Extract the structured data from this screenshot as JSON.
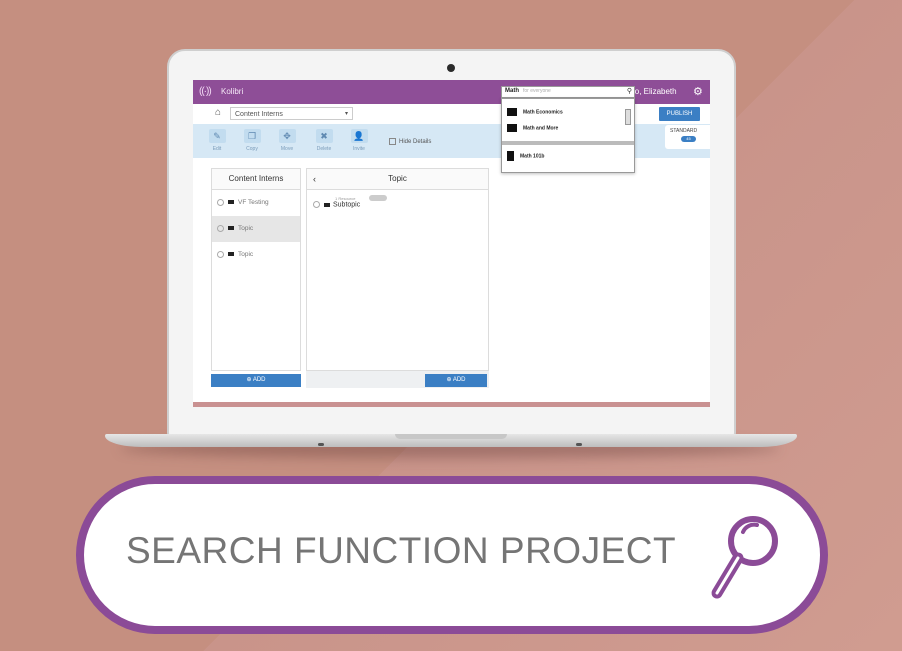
{
  "app": {
    "brand": "Kolibri",
    "greeting": "Hello, Elizabeth",
    "publish_label": "PUBLISH",
    "channel_select": "Content Interns",
    "standard_label": "STANDARD",
    "standard_count": "45"
  },
  "toolbar": {
    "tools": [
      {
        "label": "Edit",
        "icon": "pencil-icon",
        "glyph": "✎"
      },
      {
        "label": "Copy",
        "icon": "copy-icon",
        "glyph": "❐"
      },
      {
        "label": "Move",
        "icon": "move-icon",
        "glyph": "✥"
      },
      {
        "label": "Delete",
        "icon": "delete-icon",
        "glyph": "✖"
      },
      {
        "label": "Invite",
        "icon": "user-icon",
        "glyph": "👤"
      }
    ],
    "hide_details": "Hide Details"
  },
  "left_panel": {
    "title": "Content Interns",
    "items": [
      "VF Testing",
      "Topic",
      "Topic"
    ],
    "add_label": "ADD"
  },
  "mid_panel": {
    "title": "Topic",
    "subtopic": "Subtopic",
    "add_label": "ADD"
  },
  "search": {
    "value": "Math",
    "placeholder": "for everyone",
    "results": [
      "Math Economics",
      "Math and More",
      "Math 101b"
    ]
  },
  "banner": {
    "title": "SEARCH FUNCTION PROJECT"
  },
  "colors": {
    "brand_purple": "#8e4e97",
    "accent_blue": "#3b7fc4",
    "background": "#c58f80"
  }
}
